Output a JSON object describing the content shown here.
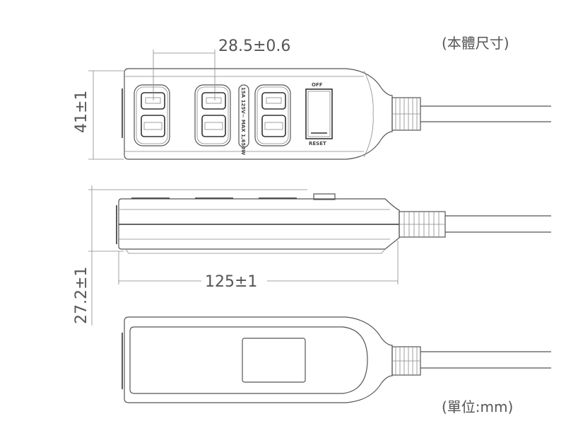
{
  "labels": {
    "body_size_note": "(本體尺寸)",
    "unit_note": "(單位:mm)",
    "outlet_pitch": "28.5±0.6",
    "height_top": "41±1",
    "thickness": "27.2±1",
    "length": "125±1",
    "switch_off": "OFF",
    "switch_reset": "RESET",
    "rating": "15A 125V~ MAX 1,650W"
  }
}
